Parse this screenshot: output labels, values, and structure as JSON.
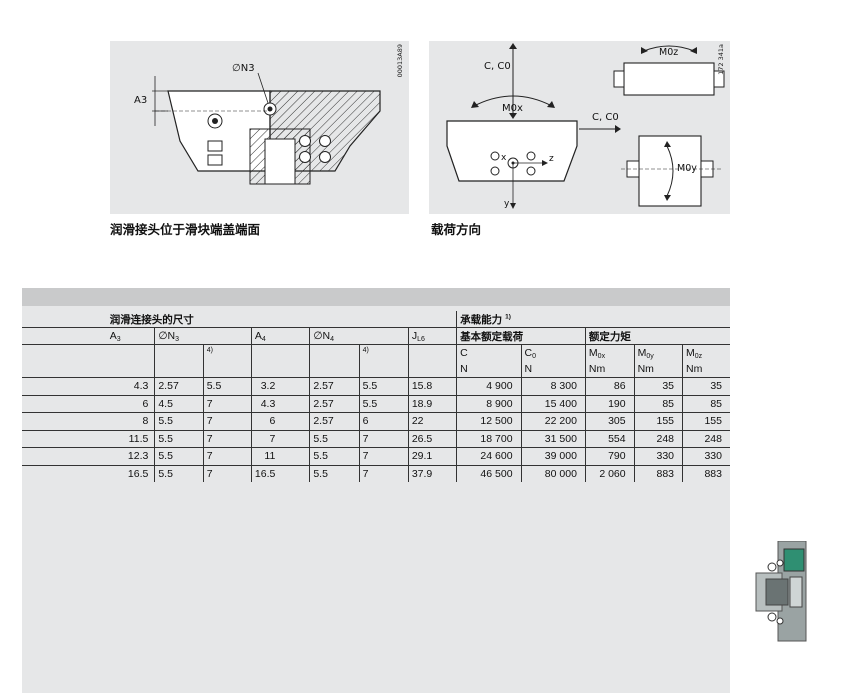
{
  "figures": {
    "left": {
      "caption": "润滑接头位于滑块端盖端面",
      "code": "00013A89",
      "labels": {
        "n3": "∅N3",
        "a3": "A3"
      }
    },
    "right": {
      "caption": "载荷方向",
      "code": "172 341a",
      "labels": {
        "c_c0_top": "C, C0",
        "c_c0_side": "C, C0",
        "mox": "M0x",
        "moy": "M0y",
        "moz": "M0z",
        "x": "x",
        "y": "y",
        "z": "z"
      }
    }
  },
  "table": {
    "group_dimensions": "润滑连接头的尺寸",
    "group_load": "承载能力",
    "group_load_note": "1)",
    "sub_basic": "基本额定载荷",
    "sub_moment": "额定力矩",
    "cols": {
      "a3": "A",
      "a3_sub": "3",
      "n3": "∅N",
      "n3_sub": "3",
      "note4a": "4)",
      "a4": "A",
      "a4_sub": "4",
      "n4": "∅N",
      "n4_sub": "4",
      "note4b": "4)",
      "l6": "J",
      "l6_sub": "L6",
      "c": "C",
      "c0": "C",
      "c0_sub": "0",
      "mox": "M",
      "mox_sub": "0x",
      "moy": "M",
      "moy_sub": "0y",
      "moz": "M",
      "moz_sub": "0z"
    },
    "units": {
      "c": "N",
      "c0": "N",
      "mox": "Nm",
      "moy": "Nm",
      "moz": "Nm"
    },
    "rows": [
      [
        "4.3",
        "2.57",
        "5.5",
        "3.2",
        "2.57",
        "5.5",
        "15.8",
        "4 900",
        "8 300",
        "86",
        "35",
        "35"
      ],
      [
        "6",
        "4.5",
        "7",
        "4.3",
        "2.57",
        "5.5",
        "18.9",
        "8 900",
        "15 400",
        "190",
        "85",
        "85"
      ],
      [
        "8",
        "5.5",
        "7",
        "6",
        "2.57",
        "6",
        "22",
        "12 500",
        "22 200",
        "305",
        "155",
        "155"
      ],
      [
        "11.5",
        "5.5",
        "7",
        "7",
        "5.5",
        "7",
        "26.5",
        "18 700",
        "31 500",
        "554",
        "248",
        "248"
      ],
      [
        "12.3",
        "5.5",
        "7",
        "11",
        "5.5",
        "7",
        "29.1",
        "24 600",
        "39 000",
        "790",
        "330",
        "330"
      ],
      [
        "16.5",
        "5.5",
        "7",
        "16.5",
        "5.5",
        "7",
        "37.9",
        "46 500",
        "80 000",
        "2 060",
        "883",
        "883"
      ]
    ]
  }
}
